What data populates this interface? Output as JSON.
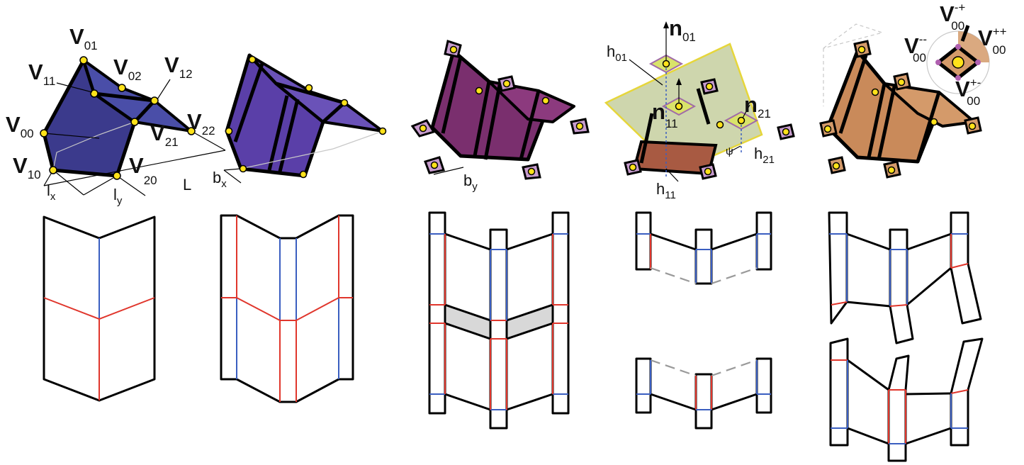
{
  "labels": {
    "v01": {
      "base": "V",
      "sub": "01"
    },
    "v11": {
      "base": "V",
      "sub": "11"
    },
    "v02": {
      "base": "V",
      "sub": "02"
    },
    "v12": {
      "base": "V",
      "sub": "12"
    },
    "v00": {
      "base": "V",
      "sub": "00"
    },
    "v21": {
      "base": "V",
      "sub": "21"
    },
    "v22": {
      "base": "V",
      "sub": "22"
    },
    "v10": {
      "base": "V",
      "sub": "10"
    },
    "v20": {
      "base": "V",
      "sub": "20"
    },
    "lx": {
      "base": "l",
      "sub": "x"
    },
    "ly": {
      "base": "l",
      "sub": "y"
    },
    "L": {
      "base": "L"
    },
    "bx": {
      "base": "b",
      "sub": "x"
    },
    "by": {
      "base": "b",
      "sub": "y"
    },
    "n01": {
      "base": "n",
      "sub": "01"
    },
    "n11": {
      "base": "n",
      "sub": "11"
    },
    "n21": {
      "base": "n",
      "sub": "21"
    },
    "h01": {
      "base": "h",
      "sub": "01"
    },
    "h11": {
      "base": "h",
      "sub": "11"
    },
    "h21": {
      "base": "h",
      "sub": "21"
    },
    "psi": {
      "base": "ψ"
    },
    "vmp": {
      "base": "V",
      "sub": "00",
      "sup": "-+"
    },
    "vmm": {
      "base": "V",
      "sub": "00",
      "sup": "--"
    },
    "vpp": {
      "base": "V",
      "sub": "00",
      "sup": "++"
    },
    "vpm": {
      "base": "V",
      "sub": "00",
      "sup": "+-"
    }
  },
  "colors": {
    "panel1_fill": "#3b3a8c",
    "panel2_fill": "#5a3fa8",
    "panel3_fill": "#7a2f6e",
    "panel4_fill": "#b9c58a",
    "panel5_fill": "#c98a5a",
    "vertex": "#ffe21a",
    "valley_fold": "#e0362c",
    "mountain_fold": "#3a5ec0"
  }
}
